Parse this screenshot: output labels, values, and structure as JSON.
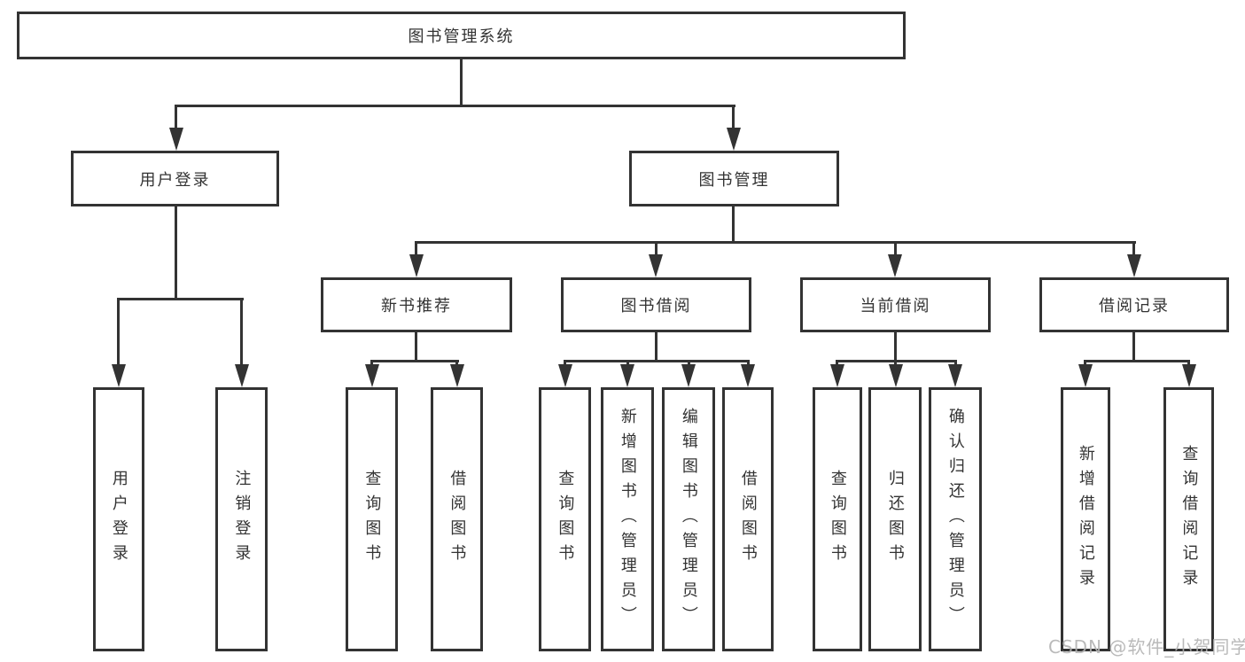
{
  "diagram": {
    "root": {
      "label": "图书管理系统"
    },
    "branches": [
      {
        "label": "用户登录",
        "children": [
          {
            "label": "用户登录"
          },
          {
            "label": "注销登录"
          }
        ]
      },
      {
        "label": "图书管理",
        "children": [
          {
            "label": "新书推荐",
            "children": [
              {
                "label": "查询图书"
              },
              {
                "label": "借阅图书"
              }
            ]
          },
          {
            "label": "图书借阅",
            "children": [
              {
                "label": "查询图书"
              },
              {
                "label": "新增图书（管理员）"
              },
              {
                "label": "编辑图书（管理员）"
              },
              {
                "label": "借阅图书"
              }
            ]
          },
          {
            "label": "当前借阅",
            "children": [
              {
                "label": "查询图书"
              },
              {
                "label": "归还图书"
              },
              {
                "label": "确认归还（管理员）"
              }
            ]
          },
          {
            "label": "借阅记录",
            "children": [
              {
                "label": "新增借阅记录"
              },
              {
                "label": "查询借阅记录"
              }
            ]
          }
        ]
      }
    ]
  },
  "watermark": {
    "text": "CSDN @软件_小贺同学"
  },
  "colors": {
    "line": "#333333",
    "text": "#333333",
    "watermark": "#b3b3b3",
    "background": "#ffffff"
  }
}
